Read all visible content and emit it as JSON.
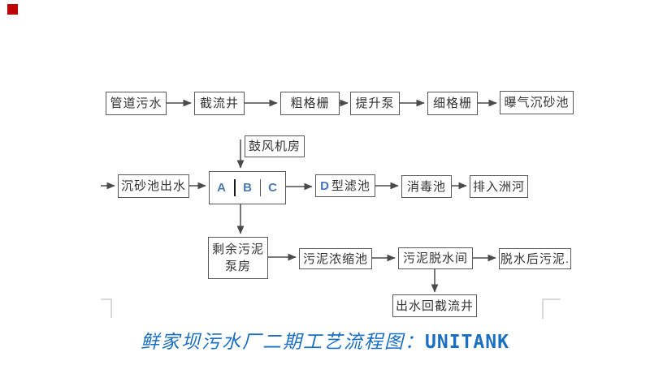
{
  "marker": {
    "color": "#c00000"
  },
  "nodes": {
    "pipe_sewage": {
      "label": "管道污水"
    },
    "intercept_well": {
      "label": "截流井"
    },
    "coarse_screen": {
      "label": "粗格栅"
    },
    "lift_pump": {
      "label": "提升泵"
    },
    "fine_screen": {
      "label": "细格栅"
    },
    "aerated_grit": {
      "label": "曝气沉砂池"
    },
    "blower_room": {
      "label": "鼓风机房"
    },
    "grit_outflow": {
      "label": "沉砂池出水"
    },
    "unitank": {
      "cells": [
        "A",
        "B",
        "C"
      ]
    },
    "d_filter": {
      "prefix": "D",
      "suffix": "型滤池"
    },
    "disinfection": {
      "label": "消毒池"
    },
    "discharge": {
      "label": "排入洲河"
    },
    "surplus_sludge": {
      "label": "剩余污泥泵房"
    },
    "sludge_thickener": {
      "label": "污泥浓缩池"
    },
    "sludge_dewatering": {
      "label": "污泥脱水间"
    },
    "dewatered_sludge": {
      "label": "脱水后污泥."
    },
    "return_well": {
      "label": "出水回截流井"
    }
  },
  "caption": {
    "text_zh": "鲜家坝污水厂二期工艺流程图：",
    "text_en": "UNITANK",
    "color": "#1a6fc3"
  },
  "colors": {
    "box_border": "#595959",
    "arrow": "#4a4a4a",
    "unitank_letters": "#4a7aad",
    "d_letter": "#4472c4"
  }
}
